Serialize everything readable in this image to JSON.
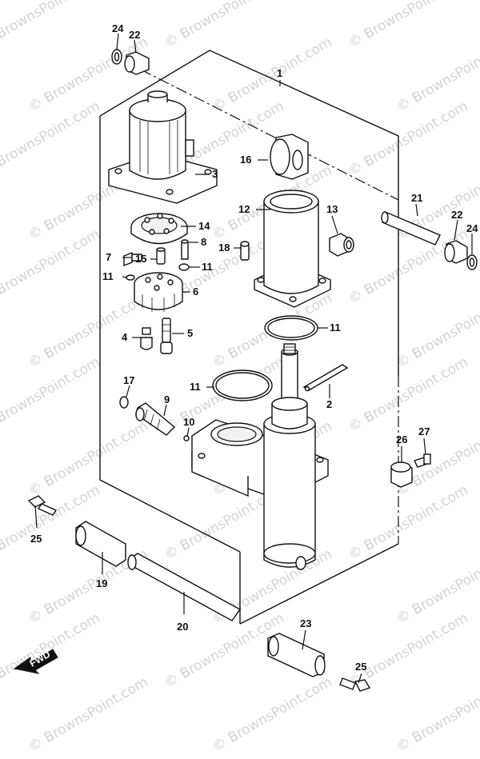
{
  "watermark": {
    "text": "© BrownsPoint.com"
  },
  "fwd_label": "FWD",
  "callouts": [
    {
      "id": "1",
      "label": "1"
    },
    {
      "id": "2",
      "label": "2"
    },
    {
      "id": "3",
      "label": "3"
    },
    {
      "id": "4",
      "label": "4"
    },
    {
      "id": "5",
      "label": "5"
    },
    {
      "id": "6",
      "label": "6"
    },
    {
      "id": "7",
      "label": "7"
    },
    {
      "id": "8",
      "label": "8"
    },
    {
      "id": "9",
      "label": "9"
    },
    {
      "id": "10",
      "label": "10"
    },
    {
      "id": "11a",
      "label": "11"
    },
    {
      "id": "11b",
      "label": "11"
    },
    {
      "id": "11c",
      "label": "11"
    },
    {
      "id": "11d",
      "label": "11"
    },
    {
      "id": "12",
      "label": "12"
    },
    {
      "id": "13",
      "label": "13"
    },
    {
      "id": "14",
      "label": "14"
    },
    {
      "id": "15",
      "label": "15"
    },
    {
      "id": "16",
      "label": "16"
    },
    {
      "id": "17",
      "label": "17"
    },
    {
      "id": "18",
      "label": "18"
    },
    {
      "id": "19",
      "label": "19"
    },
    {
      "id": "20",
      "label": "20"
    },
    {
      "id": "21",
      "label": "21"
    },
    {
      "id": "22a",
      "label": "22"
    },
    {
      "id": "22b",
      "label": "22"
    },
    {
      "id": "23",
      "label": "23"
    },
    {
      "id": "24a",
      "label": "24"
    },
    {
      "id": "24b",
      "label": "24"
    },
    {
      "id": "25a",
      "label": "25"
    },
    {
      "id": "25b",
      "label": "25"
    },
    {
      "id": "26",
      "label": "26"
    },
    {
      "id": "27",
      "label": "27"
    }
  ]
}
